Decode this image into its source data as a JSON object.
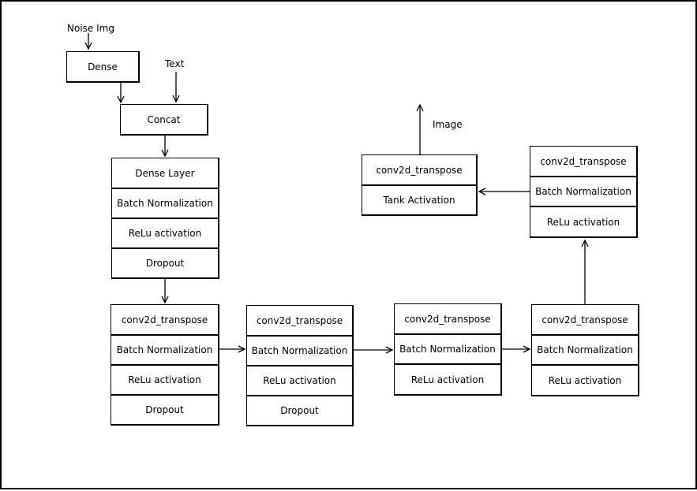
{
  "labels": {
    "noise_img": "Noise Img",
    "text": "Text",
    "image": "Image"
  },
  "input": {
    "dense": "Dense",
    "concat": "Concat"
  },
  "block1": {
    "dense_layer": "Dense Layer",
    "batch_norm": "Batch Normalization",
    "relu": "ReLu activation",
    "dropout": "Dropout"
  },
  "block2": {
    "conv": "conv2d_transpose",
    "batch_norm": "Batch Normalization",
    "relu": "ReLu activation",
    "dropout": "Dropout"
  },
  "block3": {
    "conv": "conv2d_transpose",
    "batch_norm": "Batch Normalization",
    "relu": "ReLu activation",
    "dropout": "Dropout"
  },
  "block4": {
    "conv": "conv2d_transpose",
    "batch_norm": "Batch Normalization",
    "relu": "ReLu activation"
  },
  "block5": {
    "conv": "conv2d_transpose",
    "batch_norm": "Batch Normalization",
    "relu": "ReLu activation"
  },
  "block6": {
    "conv": "conv2d_transpose",
    "batch_norm": "Batch Normalization",
    "relu": "ReLu activation"
  },
  "output": {
    "conv": "conv2d_transpose",
    "activation": "Tank Activation"
  }
}
